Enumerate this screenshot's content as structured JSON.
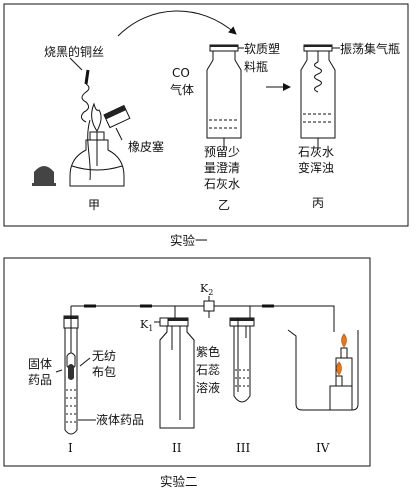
{
  "experiment1": {
    "caption": "实验一",
    "label_copper": "烧黑的铜丝",
    "label_stopper": "橡皮塞",
    "label_jia": "甲",
    "label_co": "CO",
    "label_gas": "气体",
    "label_bottle_1": "软质塑",
    "label_bottle_2": "料瓶",
    "label_reserve_1": "预留少",
    "label_reserve_2": "量澄清",
    "label_reserve_3": "石灰水",
    "label_yi": "乙",
    "label_shake": "振荡集气瓶",
    "label_cloudy_1": "石灰水",
    "label_cloudy_2": "变浑浊",
    "label_bing": "丙"
  },
  "experiment2": {
    "caption": "实验二",
    "label_k2": "K",
    "label_k2_sub": "2",
    "label_k1": "K",
    "label_k1_sub": "1",
    "label_solid_1": "固体",
    "label_solid_2": "药品",
    "label_nonwoven_1": "无纺",
    "label_nonwoven_2": "布包",
    "label_liquid": "液体药品",
    "label_purple_1": "紫色",
    "label_purple_2": "石蕊",
    "label_purple_3": "溶液",
    "roman_1": "I",
    "roman_2": "II",
    "roman_3": "III",
    "roman_4": "IV"
  }
}
